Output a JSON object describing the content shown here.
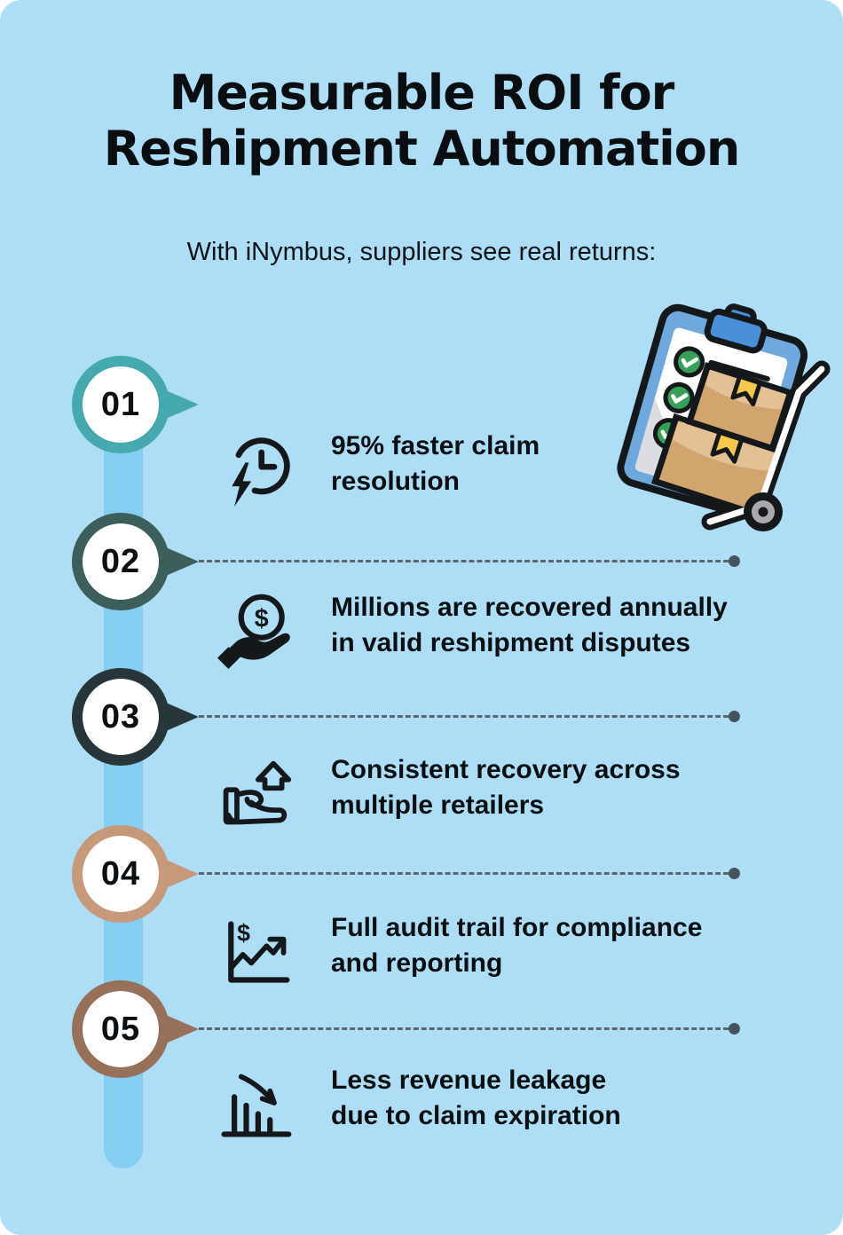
{
  "card": {
    "background": "#AEDEF6",
    "text_color": "#0c0f12"
  },
  "header": {
    "title_line1": "Measurable ROI for",
    "title_line2": "Reshipment Automation",
    "subtitle": "With iNymbus, suppliers see real returns:"
  },
  "timeline": {
    "band_color": "#84CEF2",
    "connector_color": "#5b6670",
    "connector_dot_color": "#47525c",
    "items": [
      {
        "number": "01",
        "color": "#45A9AF",
        "icon": "fast-claim-time-icon",
        "line1": "95% faster claim",
        "line2": "resolution"
      },
      {
        "number": "02",
        "color": "#3D5F5B",
        "icon": "dollar-hand-icon",
        "line1": "Millions are recovered annually",
        "line2": "in valid reshipment disputes"
      },
      {
        "number": "03",
        "color": "#273739",
        "icon": "hand-up-arrow-icon",
        "line1": "Consistent recovery across",
        "line2": "multiple retailers"
      },
      {
        "number": "04",
        "color": "#C7997B",
        "icon": "audit-chart-icon",
        "line1": "Full audit trail for compliance",
        "line2": "and reporting"
      },
      {
        "number": "05",
        "color": "#97705A",
        "icon": "declining-bars-icon",
        "line1": "Less revenue leakage",
        "line2": "due to claim expiration"
      }
    ]
  },
  "icon_glyphs": {
    "dollar_sign": "$"
  },
  "illustration": {
    "name": "clipboard-checklist-with-hand-truck",
    "colors": {
      "clipboard_frame": "#6FA8DC",
      "clip": "#4A90D9",
      "paper": "#FFFFFF",
      "paper_shade": "#DCDDE0",
      "check_green": "#36A057",
      "box": "#D2A56F",
      "box_light": "#E3C195",
      "tape": "#F5C84C",
      "wheel": "#A9A9AC",
      "outline": "#14181B"
    }
  }
}
